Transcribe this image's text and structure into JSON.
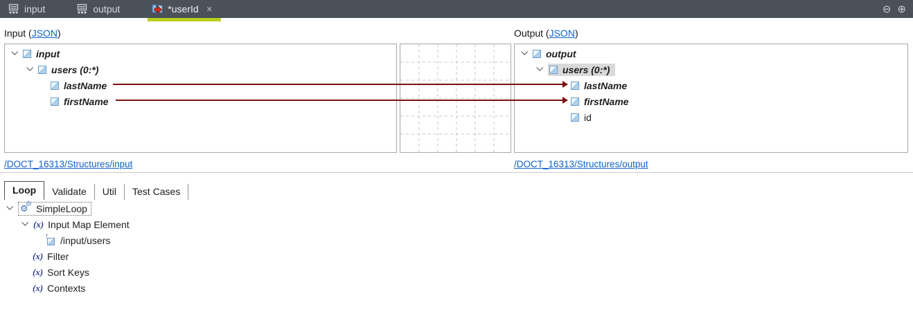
{
  "icons": {
    "function_glyph": "(x)",
    "gear_glyph": "⚙",
    "close_glyph": "✕",
    "minimize_glyph": "⊖",
    "maximize_glyph": "⊕",
    "map_arrow_glyph": "↑"
  },
  "colors": {
    "tab_bar_bg": "#4b5159",
    "accent_green": "#b9cf20",
    "connection_red": "#7a1010",
    "link_blue": "#0d62c9",
    "selection_gray": "#d9d9d9"
  },
  "editor_tabs": {
    "items": [
      {
        "label": "input",
        "active": false
      },
      {
        "label": "output",
        "active": false
      },
      {
        "label": "*userId",
        "active": true,
        "closable": true
      }
    ]
  },
  "mapper": {
    "input_header_prefix": "Input (",
    "output_header_prefix": "Output (",
    "header_link_label": "JSON",
    "header_suffix": ")",
    "input_tree": {
      "rows": [
        {
          "label": "input"
        },
        {
          "label": "users (0:*)"
        },
        {
          "label": "lastName"
        },
        {
          "label": "firstName"
        }
      ]
    },
    "output_tree": {
      "rows": [
        {
          "label": "output"
        },
        {
          "label": "users (0:*)",
          "selected": true
        },
        {
          "label": "lastName"
        },
        {
          "label": "firstName"
        },
        {
          "label": "id"
        }
      ]
    },
    "connections": [
      {
        "from": "/input/users/lastName",
        "to": "/output/users/lastName"
      },
      {
        "from": "/input/users/firstName",
        "to": "/output/users/firstName"
      }
    ],
    "input_path_link": "/DOCT_16313/Structures/input",
    "output_path_link": "/DOCT_16313/Structures/output"
  },
  "bottom_panel": {
    "active_tab": "Loop",
    "tabs": [
      {
        "label": "Loop"
      },
      {
        "label": "Validate"
      },
      {
        "label": "Util"
      },
      {
        "label": "Test Cases"
      }
    ],
    "tree": [
      {
        "label": "SimpleLoop"
      },
      {
        "label": "Input Map Element"
      },
      {
        "label": "/input/users"
      },
      {
        "label": "Filter"
      },
      {
        "label": "Sort Keys"
      },
      {
        "label": "Contexts"
      }
    ]
  }
}
